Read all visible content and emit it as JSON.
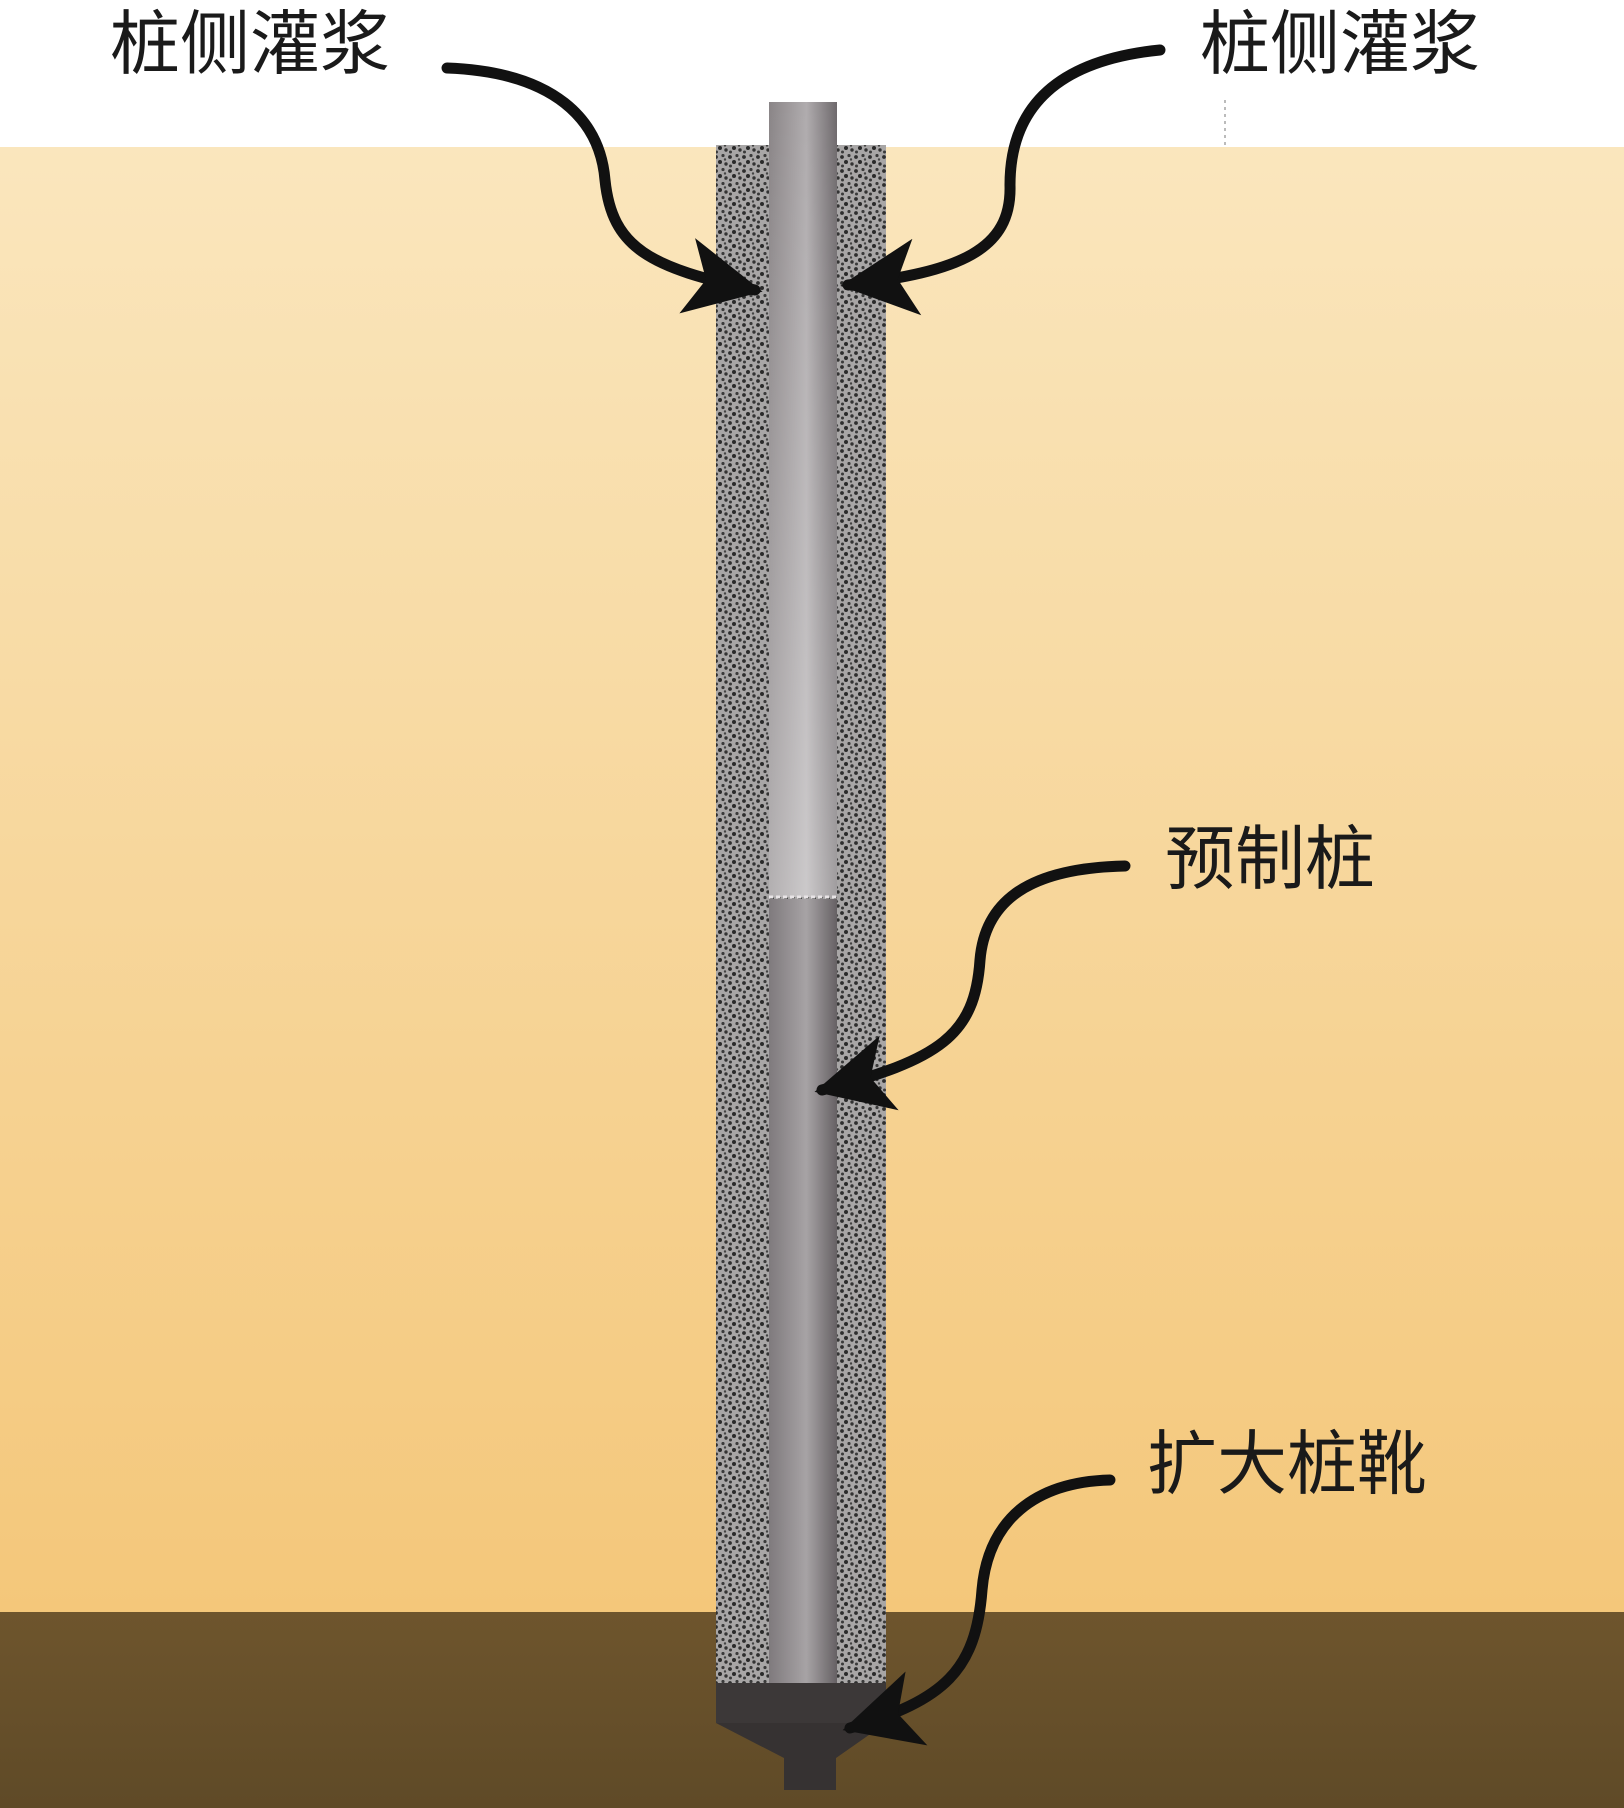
{
  "labels": {
    "grout_left": "桩侧灌浆",
    "grout_right": "桩侧灌浆",
    "precast_pile": "预制桩",
    "pile_shoe": "扩大桩靴"
  },
  "colors": {
    "sky": "#ffffff",
    "soil_top": "#fae6bd",
    "soil_bottom": "#f4c77a",
    "bearing_layer": "#6b532c",
    "grout": "#a6a4a4",
    "grout_speckle": "#2e2e2e",
    "pile_dark": "#777275",
    "pile_light": "#b9b5b7",
    "shoe": "#3c3838",
    "arrow": "#111111",
    "text": "#1a1a1a"
  }
}
